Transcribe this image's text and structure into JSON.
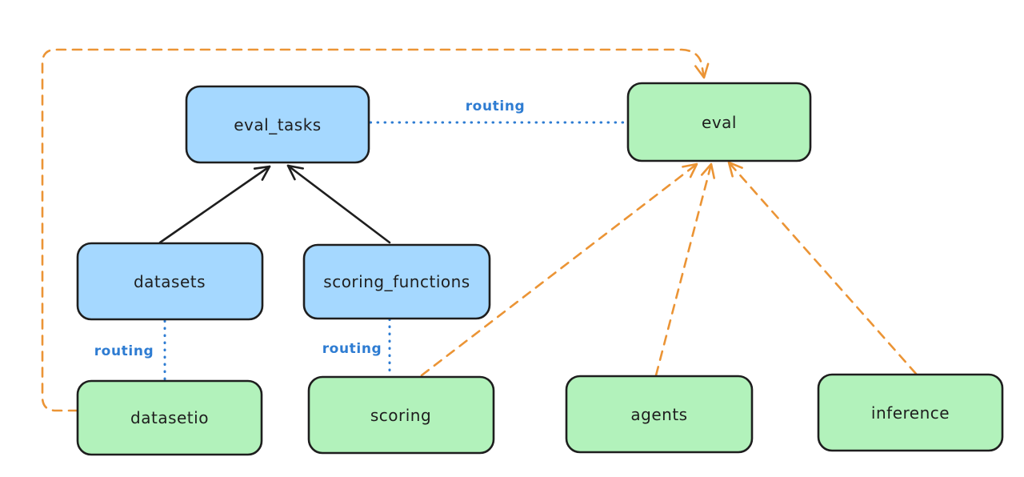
{
  "diagram": {
    "colors": {
      "background": "#ffffff",
      "node_stroke": "#1e1e1e",
      "node_blue_fill": "#a5d8ff",
      "node_green_fill": "#b2f2bb",
      "dependency_edge": "#1e1e1e",
      "routing_edge": "#2e7cd2",
      "provider_edge": "#eb9435"
    },
    "nodes": {
      "eval_tasks": {
        "label": "eval_tasks"
      },
      "eval": {
        "label": "eval"
      },
      "datasets": {
        "label": "datasets"
      },
      "scoring_functions": {
        "label": "scoring_functions"
      },
      "datasetio": {
        "label": "datasetio"
      },
      "scoring": {
        "label": "scoring"
      },
      "agents": {
        "label": "agents"
      },
      "inference": {
        "label": "inference"
      }
    },
    "edge_labels": {
      "routing_eval_tasks_to_eval": "routing",
      "routing_datasets_to_datasetio": "routing",
      "routing_scoring_functions_to_scoring": "routing"
    }
  }
}
